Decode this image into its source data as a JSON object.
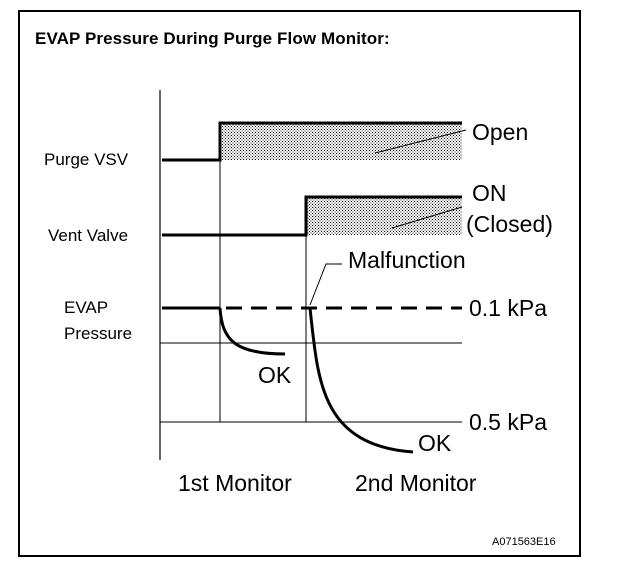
{
  "title": "EVAP Pressure During Purge Flow Monitor:",
  "signals": {
    "purge_vsv": "Purge VSV",
    "vent_valve": "Vent Valve",
    "evap_pressure_line1": "EVAP",
    "evap_pressure_line2": "Pressure"
  },
  "states": {
    "open": "Open",
    "on": "ON",
    "closed": "(Closed)"
  },
  "annotations": {
    "malfunction": "Malfunction",
    "pressure_01": "0.1 kPa",
    "pressure_05": "0.5 kPa",
    "ok_first": "OK",
    "ok_second": "OK"
  },
  "phases": {
    "first": "1st Monitor",
    "second": "2nd Monitor"
  },
  "figure_code": "A071563E16",
  "colors": {
    "line": "#000000",
    "background": "#ffffff",
    "hatch": "#000000"
  }
}
